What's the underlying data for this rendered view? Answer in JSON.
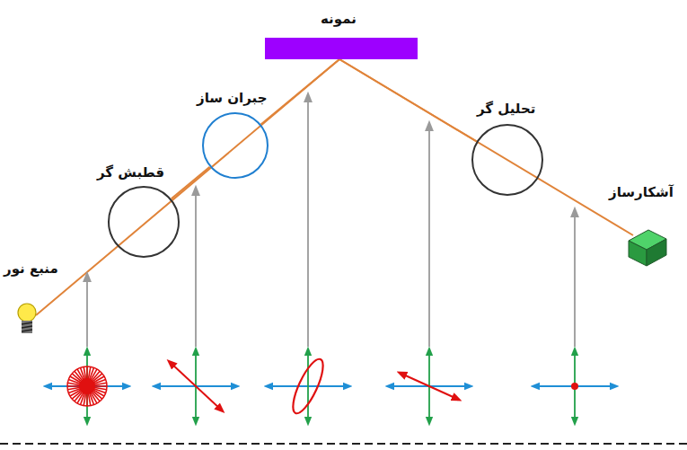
{
  "diagram": {
    "nodes": [
      {
        "text": [
          "قطبش گر"
        ]
      },
      {
        "text": [
          "جبران ساز"
        ]
      },
      {
        "text": [
          "نمونه"
        ]
      },
      {
        "text": [
          "تحلیل گر"
        ]
      }
    ],
    "edges": [
      {
        "from": 0,
        "to": 1,
        "arrow": "none"
      },
      {
        "from": 1,
        "to": 2,
        "arrow": "none"
      },
      {
        "from": 2,
        "to": 3,
        "arrow": "none"
      }
    ],
    "labels": [
      "منبع نور",
      "آشکارساز"
    ]
  }
}
